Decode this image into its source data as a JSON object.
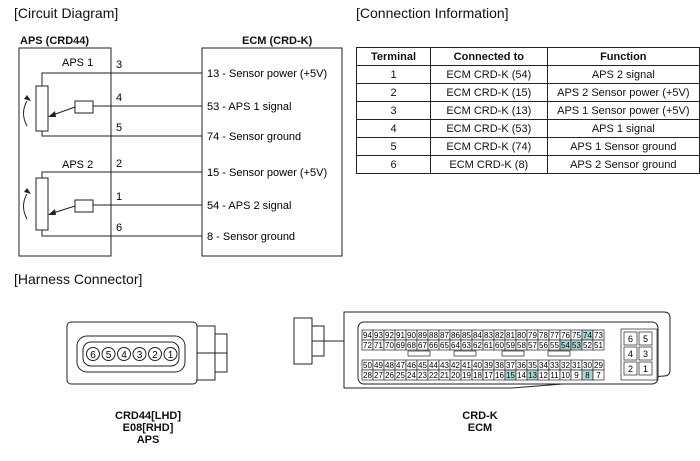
{
  "headers": {
    "circuit_diagram": "[Circuit Diagram]",
    "connection_info": "[Connection Information]",
    "harness_connector": "[Harness Connector]"
  },
  "circuit": {
    "aps_title": "APS (CRD44)",
    "ecm_title": "ECM (CRD-K)",
    "sensor1_label": "APS 1",
    "sensor2_label": "APS 2",
    "aps_pins": [
      "3",
      "4",
      "5",
      "2",
      "1",
      "6"
    ],
    "ecm_signals": [
      "13 - Sensor power (+5V)",
      "53 - APS 1 signal",
      "74 - Sensor ground",
      "15 - Sensor power (+5V)",
      "54 - APS 2 signal",
      "8 - Sensor ground"
    ]
  },
  "table": {
    "headers": [
      "Terminal",
      "Connected to",
      "Function"
    ],
    "rows": [
      [
        "1",
        "ECM CRD-K (54)",
        "APS 2 signal"
      ],
      [
        "2",
        "ECM CRD-K (15)",
        "APS 2 Sensor power (+5V)"
      ],
      [
        "3",
        "ECM CRD-K (13)",
        "APS 1 Sensor power (+5V)"
      ],
      [
        "4",
        "ECM CRD-K (53)",
        "APS 1 signal"
      ],
      [
        "5",
        "ECM CRD-K (74)",
        "APS 1 Sensor ground"
      ],
      [
        "6",
        "ECM CRD-K (8)",
        "APS 2 Sensor ground"
      ]
    ]
  },
  "aps_connector": {
    "pins": [
      "6",
      "5",
      "4",
      "3",
      "2",
      "1"
    ],
    "caption_lines": [
      "CRD44[LHD]",
      "E08[RHD]",
      "APS"
    ]
  },
  "ecm_connector": {
    "row1": [
      "94",
      "93",
      "92",
      "91",
      "90",
      "89",
      "88",
      "87",
      "86",
      "85",
      "84",
      "83",
      "82",
      "81",
      "80",
      "79",
      "78",
      "77",
      "76",
      "75",
      "74",
      "73"
    ],
    "row2": [
      "72",
      "71",
      "70",
      "69",
      "68",
      "67",
      "66",
      "65",
      "64",
      "63",
      "62",
      "61",
      "60",
      "59",
      "58",
      "57",
      "56",
      "55",
      "54",
      "53",
      "52",
      "51"
    ],
    "row3": [
      "50",
      "49",
      "48",
      "47",
      "46",
      "45",
      "44",
      "43",
      "42",
      "41",
      "40",
      "39",
      "38",
      "37",
      "36",
      "35",
      "34",
      "33",
      "32",
      "31",
      "30",
      "29"
    ],
    "row4": [
      "28",
      "27",
      "26",
      "25",
      "24",
      "23",
      "22",
      "21",
      "20",
      "19",
      "18",
      "17",
      "16",
      "15",
      "14",
      "13",
      "12",
      "11",
      "10",
      "9",
      "8",
      "7"
    ],
    "highlighted": [
      "74",
      "54",
      "53",
      "15",
      "13",
      "8"
    ],
    "highlight_color": "#a9d6d3",
    "side_pins": [
      [
        "6",
        "5"
      ],
      [
        "4",
        "3"
      ],
      [
        "2",
        "1"
      ]
    ],
    "caption_lines": [
      "CRD-K",
      "ECM"
    ]
  }
}
